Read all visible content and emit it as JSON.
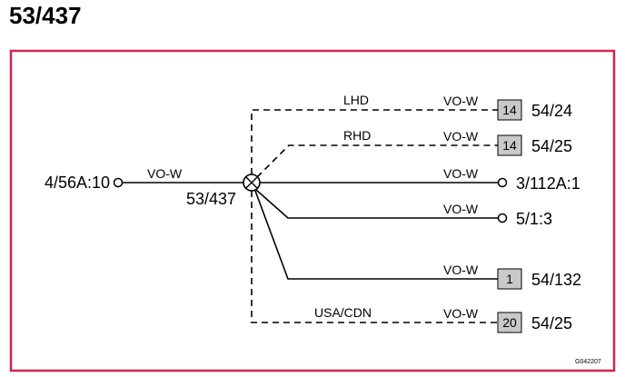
{
  "title": "53/437",
  "diagram": {
    "frame_color": "#d0264a",
    "splice": {
      "label": "53/437"
    },
    "input": {
      "label": "4/56A:10",
      "wire": "VO-W"
    },
    "branches": [
      {
        "variant": "LHD",
        "wire": "VO-W",
        "connector": "14",
        "dest": "54/24",
        "line": "dashed"
      },
      {
        "variant": "RHD",
        "wire": "VO-W",
        "connector": "14",
        "dest": "54/25",
        "line": "dashed"
      },
      {
        "variant": "",
        "wire": "VO-W",
        "connector": "",
        "dest": "3/112A:1",
        "line": "solid"
      },
      {
        "variant": "",
        "wire": "VO-W",
        "connector": "",
        "dest": "5/1:3",
        "line": "solid"
      },
      {
        "variant": "",
        "wire": "VO-W",
        "connector": "1",
        "dest": "54/132",
        "line": "solid"
      },
      {
        "variant": "USA/CDN",
        "wire": "VO-W",
        "connector": "20",
        "dest": "54/25",
        "line": "dashed"
      }
    ],
    "ref_code": "G042207"
  }
}
